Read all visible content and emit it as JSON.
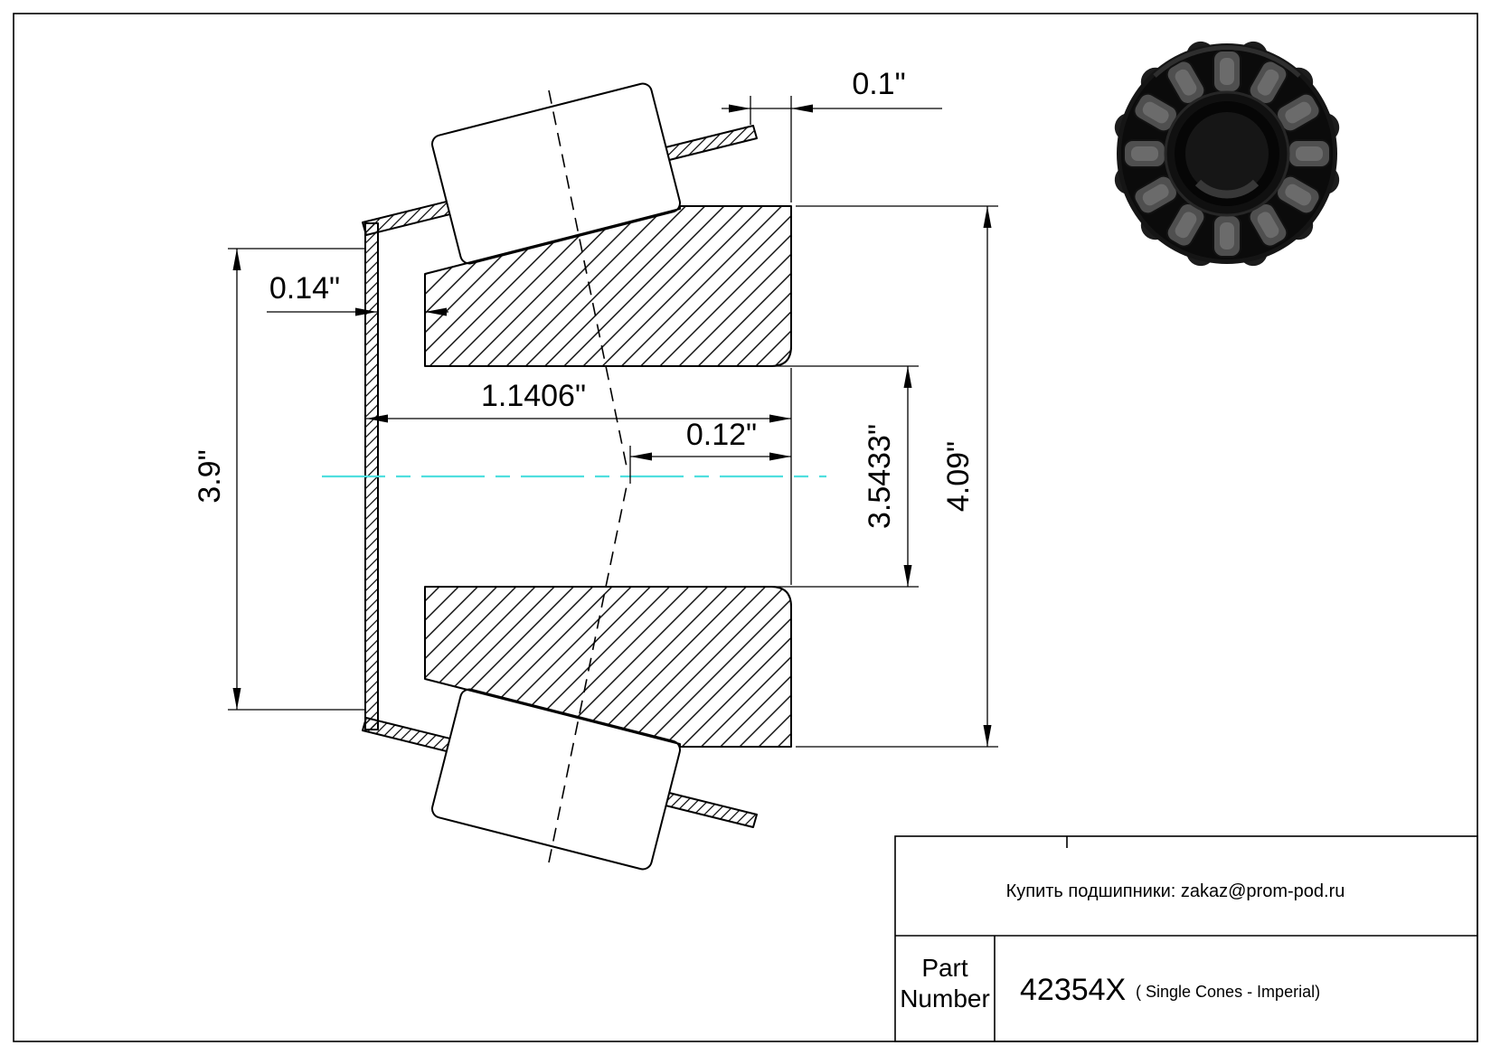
{
  "drawing": {
    "dims": {
      "cup_overhang": "0.1\"",
      "front_face_step": "0.14\"",
      "cone_width": "1.1406\"",
      "apex_offset": "0.12\"",
      "bore_diameter": "3.5433\"",
      "outside_diameter": "4.09\"",
      "flange_diameter": "3.9\""
    },
    "centerline_color": "#4fdfdf"
  },
  "photo": {
    "name": "tapered-roller-bearing-single-cone-photo"
  },
  "title_block": {
    "email_line": "Купить подшипники: zakaz@prom-pod.ru",
    "part_label_line1": "Part",
    "part_label_line2": "Number",
    "part_number": "42354X",
    "part_type": "( Single Cones - Imperial)"
  }
}
